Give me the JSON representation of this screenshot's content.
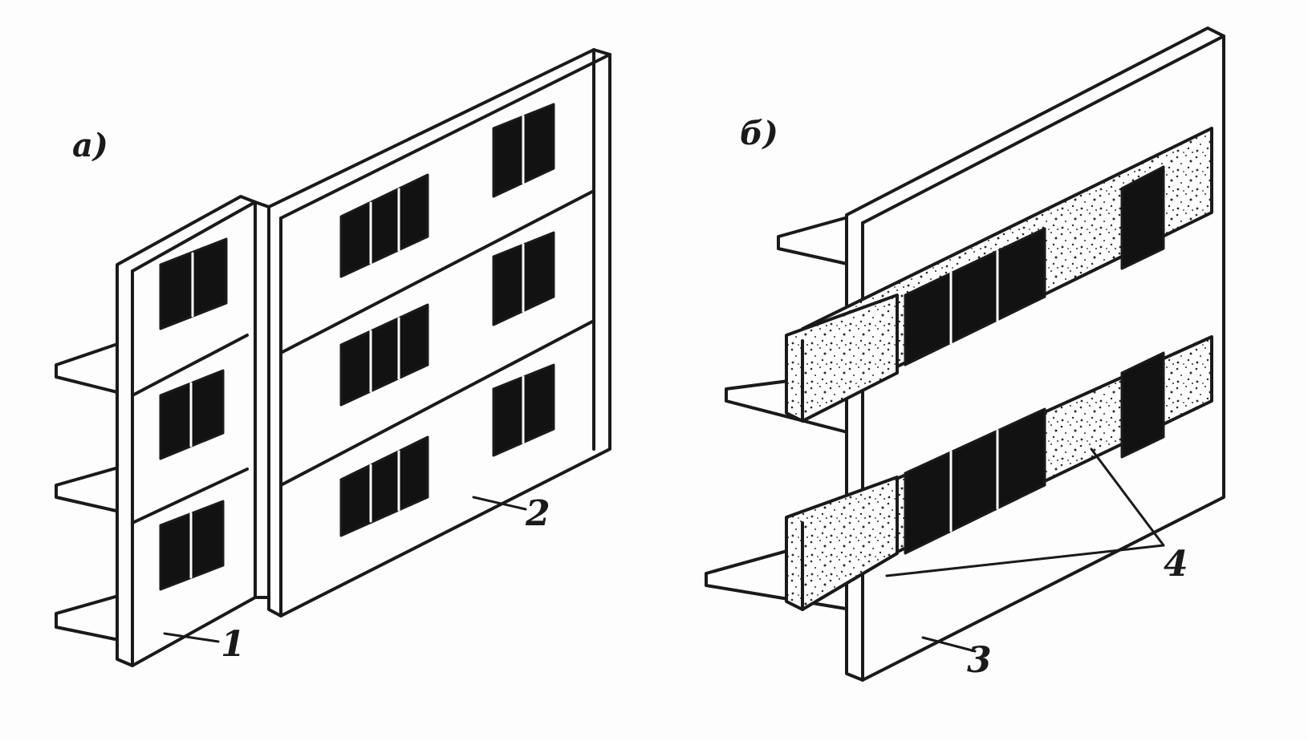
{
  "figure": {
    "panel_a_label": "a)",
    "panel_b_label": "б)",
    "callouts": [
      "1",
      "2",
      "3",
      "4"
    ]
  },
  "colors": {
    "ink": "#1a1a1a",
    "paper": "#fdfdfd",
    "window_fill": "#121212",
    "speckle": "#2a2a2a"
  }
}
